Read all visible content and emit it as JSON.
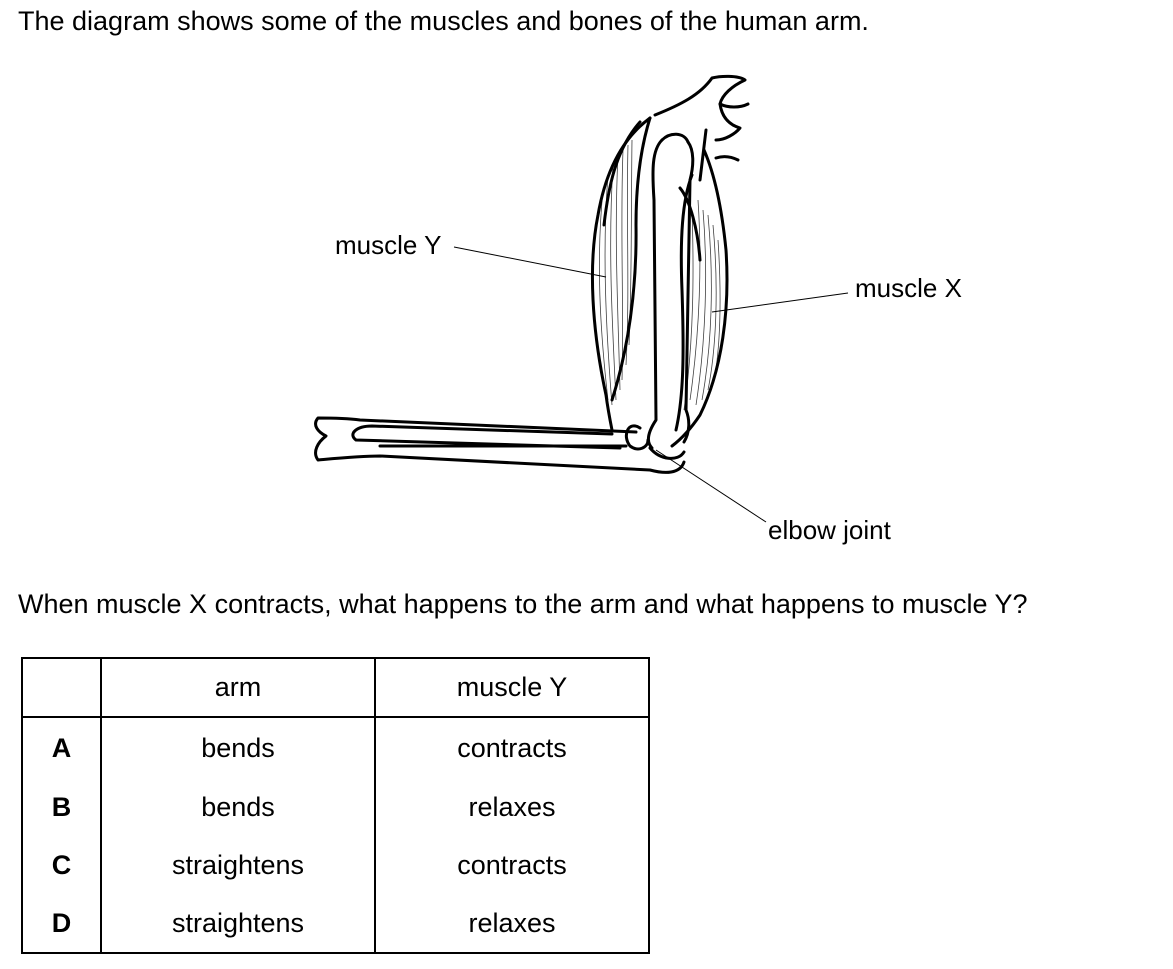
{
  "intro_text": "The diagram shows some of the muscles and bones of the human arm.",
  "diagram": {
    "labels": {
      "muscle_y": "muscle Y",
      "muscle_x": "muscle X",
      "elbow_joint": "elbow joint"
    }
  },
  "question_text": "When muscle X contracts, what happens to the arm and what happens to muscle Y?",
  "table": {
    "headers": [
      "",
      "arm",
      "muscle Y"
    ],
    "rows": [
      {
        "letter": "A",
        "arm": "bends",
        "muscle": "contracts"
      },
      {
        "letter": "B",
        "arm": "bends",
        "muscle": "relaxes"
      },
      {
        "letter": "C",
        "arm": "straightens",
        "muscle": "contracts"
      },
      {
        "letter": "D",
        "arm": "straightens",
        "muscle": "relaxes"
      }
    ]
  }
}
